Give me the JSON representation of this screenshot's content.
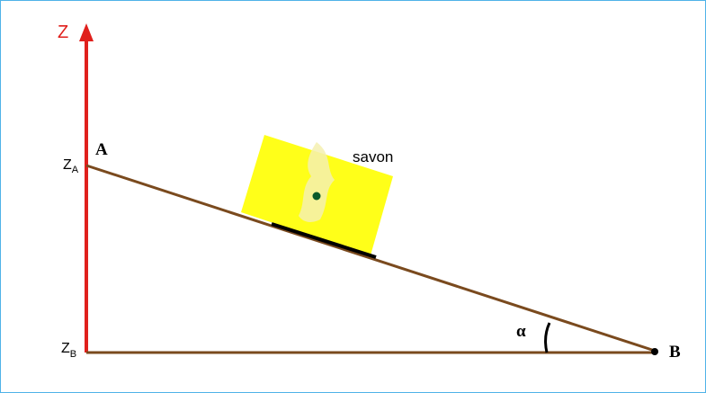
{
  "labels": {
    "axis": "Z",
    "point_a": "A",
    "point_b": "B",
    "z_a_main": "Z",
    "z_a_sub": "A",
    "z_b_main": "Z",
    "z_b_sub": "B",
    "object": "savon",
    "angle": "α"
  },
  "colors": {
    "frame": "#4fb3e8",
    "axis": "#e0201c",
    "incline": "#7a4a1e",
    "object_fill": "#ffff19",
    "object_highlight": "#f4f0b0",
    "contact": "#000000",
    "center": "#0a5a2a"
  }
}
